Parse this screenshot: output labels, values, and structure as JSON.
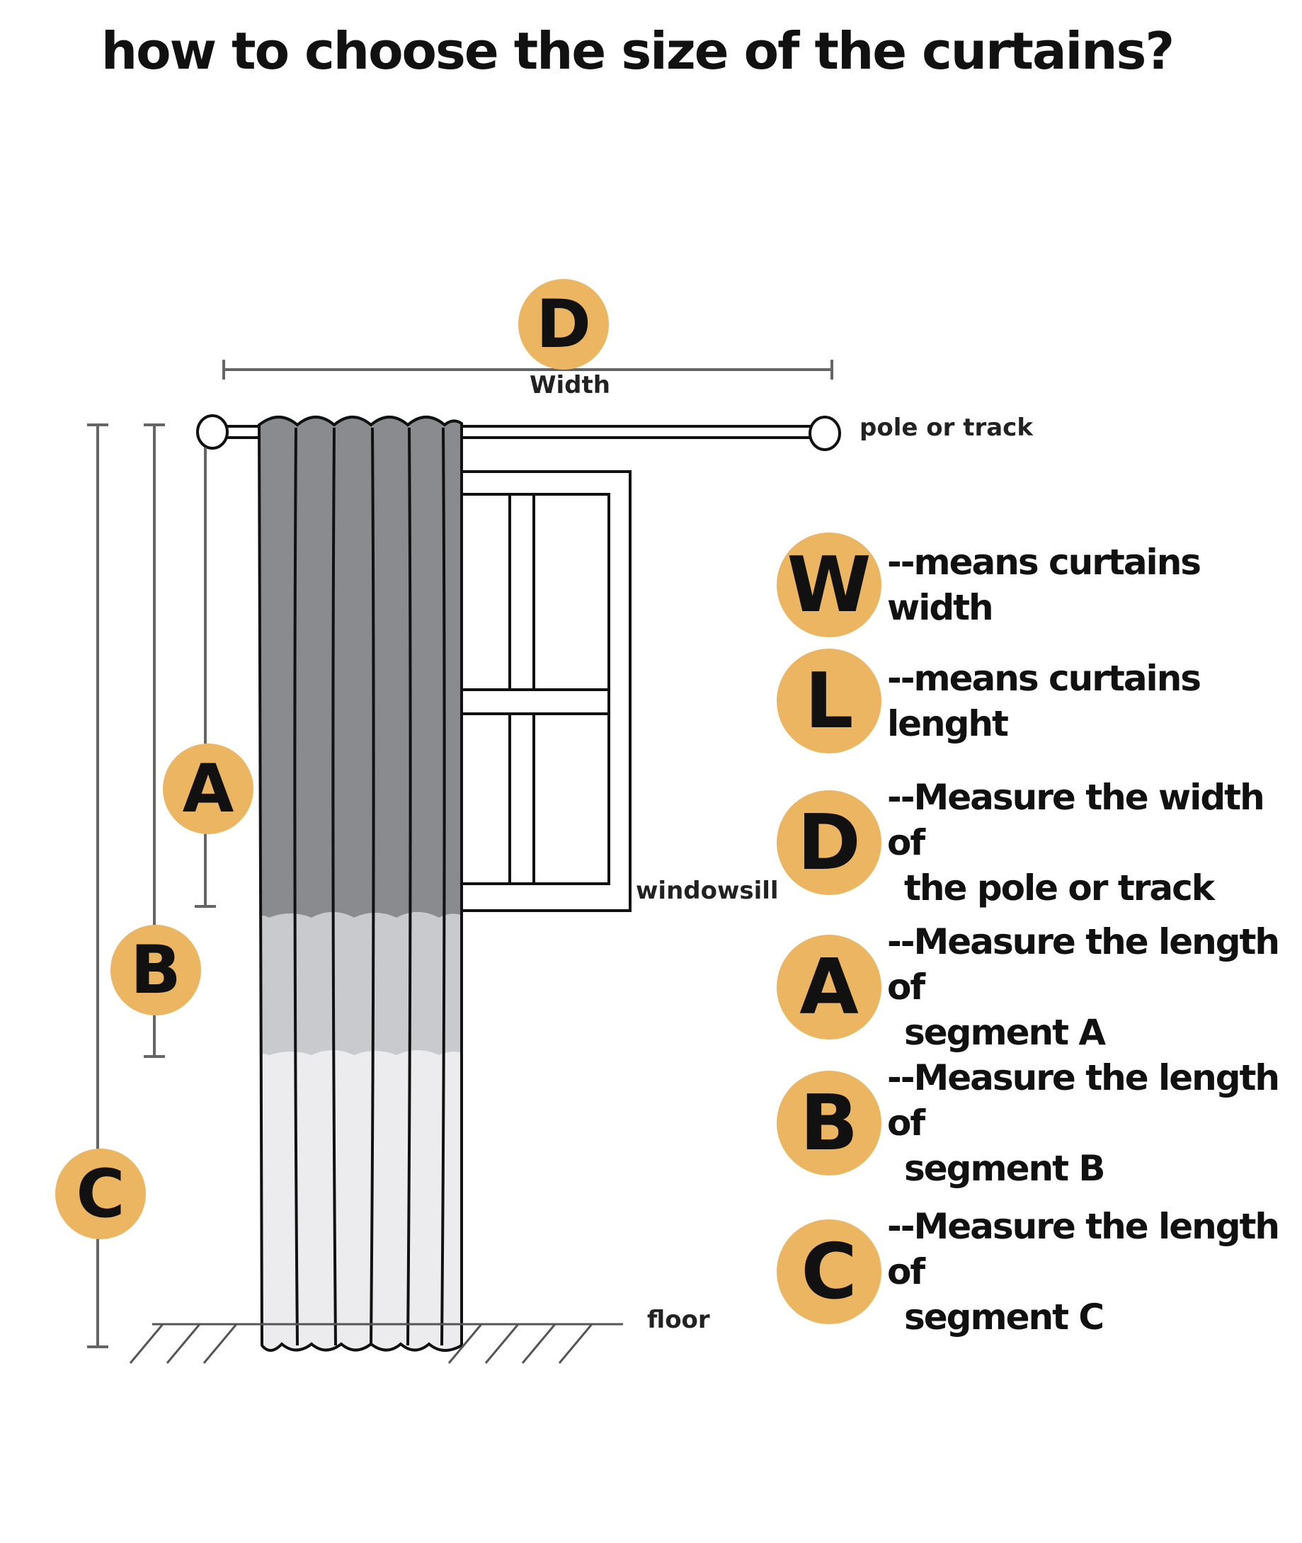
{
  "title": "how to choose the size of the curtains?",
  "diagram": {
    "width_badge": "D",
    "width_label": "Width",
    "pole_label": "pole or track",
    "windowsill_label": "windowsill",
    "floor_label": "floor",
    "segment_badges": [
      "A",
      "B",
      "C"
    ],
    "colors": {
      "badge": "#ecb562",
      "curtain_dark": "#8a8b8e",
      "curtain_mid": "#c9cacd",
      "curtain_light": "#ececee"
    }
  },
  "legend": [
    {
      "letter": "W",
      "line1": "--means curtains width",
      "line2": ""
    },
    {
      "letter": "L",
      "line1": "--means curtains lenght",
      "line2": ""
    },
    {
      "letter": "D",
      "line1": "--Measure the width of",
      "line2": "the pole or track"
    },
    {
      "letter": "A",
      "line1": "--Measure the length of",
      "line2": "segment A"
    },
    {
      "letter": "B",
      "line1": "--Measure the length of",
      "line2": "segment B"
    },
    {
      "letter": "C",
      "line1": "--Measure the length of",
      "line2": "segment C"
    }
  ]
}
